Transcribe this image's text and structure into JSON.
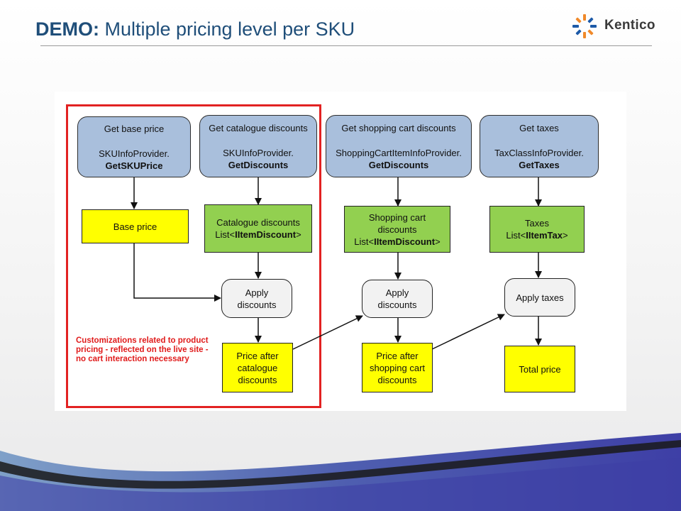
{
  "slide": {
    "title_bold": "DEMO:",
    "title_rest": " Multiple pricing level per SKU",
    "logo_text": "Kentico"
  },
  "diagram": {
    "note": "Customizations related to product pricing - reflected on the live site - no cart interaction necessary",
    "nodes": {
      "get_base_price": {
        "line1": "Get base price",
        "line2": "SKUInfoProvider.",
        "line3": "GetSKUPrice"
      },
      "get_catalogue_discounts": {
        "line1": "Get catalogue discounts",
        "line2": "SKUInfoProvider.",
        "line3": "GetDiscounts"
      },
      "get_cart_discounts": {
        "line1": "Get shopping cart discounts",
        "line2": "ShoppingCartItemInfoProvider.",
        "line3": "GetDiscounts"
      },
      "get_taxes": {
        "line1": "Get taxes",
        "line2": "TaxClassInfoProvider.",
        "line3": "GetTaxes"
      },
      "base_price": {
        "line1": "Base price"
      },
      "catalogue_discounts": {
        "line1": "Catalogue discounts",
        "line2_pre": "List<",
        "line2_bold": "IItemDiscount",
        "line2_post": ">"
      },
      "cart_discounts": {
        "line1": "Shopping cart",
        "line2": "discounts",
        "line3_pre": "List<",
        "line3_bold": "IItemDiscount",
        "line3_post": ">"
      },
      "taxes": {
        "line1": "Taxes",
        "line2_pre": "List<",
        "line2_bold": "IItemTax",
        "line2_post": ">"
      },
      "apply_discounts_1": {
        "line1": "Apply",
        "line2": "discounts"
      },
      "apply_discounts_2": {
        "line1": "Apply",
        "line2": "discounts"
      },
      "apply_taxes": {
        "line1": "Apply taxes"
      },
      "price_after_catalogue": {
        "line1": "Price after",
        "line2": "catalogue",
        "line3": "discounts"
      },
      "price_after_cart": {
        "line1": "Price after",
        "line2": "shopping cart",
        "line3": "discounts"
      },
      "total_price": {
        "line1": "Total price"
      }
    }
  },
  "colors": {
    "title": "#1f4e79",
    "blue_node": "#a9bfdc",
    "yellow_node": "#ffff00",
    "green_node": "#92d050",
    "grey_node": "#f2f2f2",
    "highlight": "#e22222",
    "logo_orange": "#f0892a",
    "logo_blue": "#1d5aa8"
  }
}
